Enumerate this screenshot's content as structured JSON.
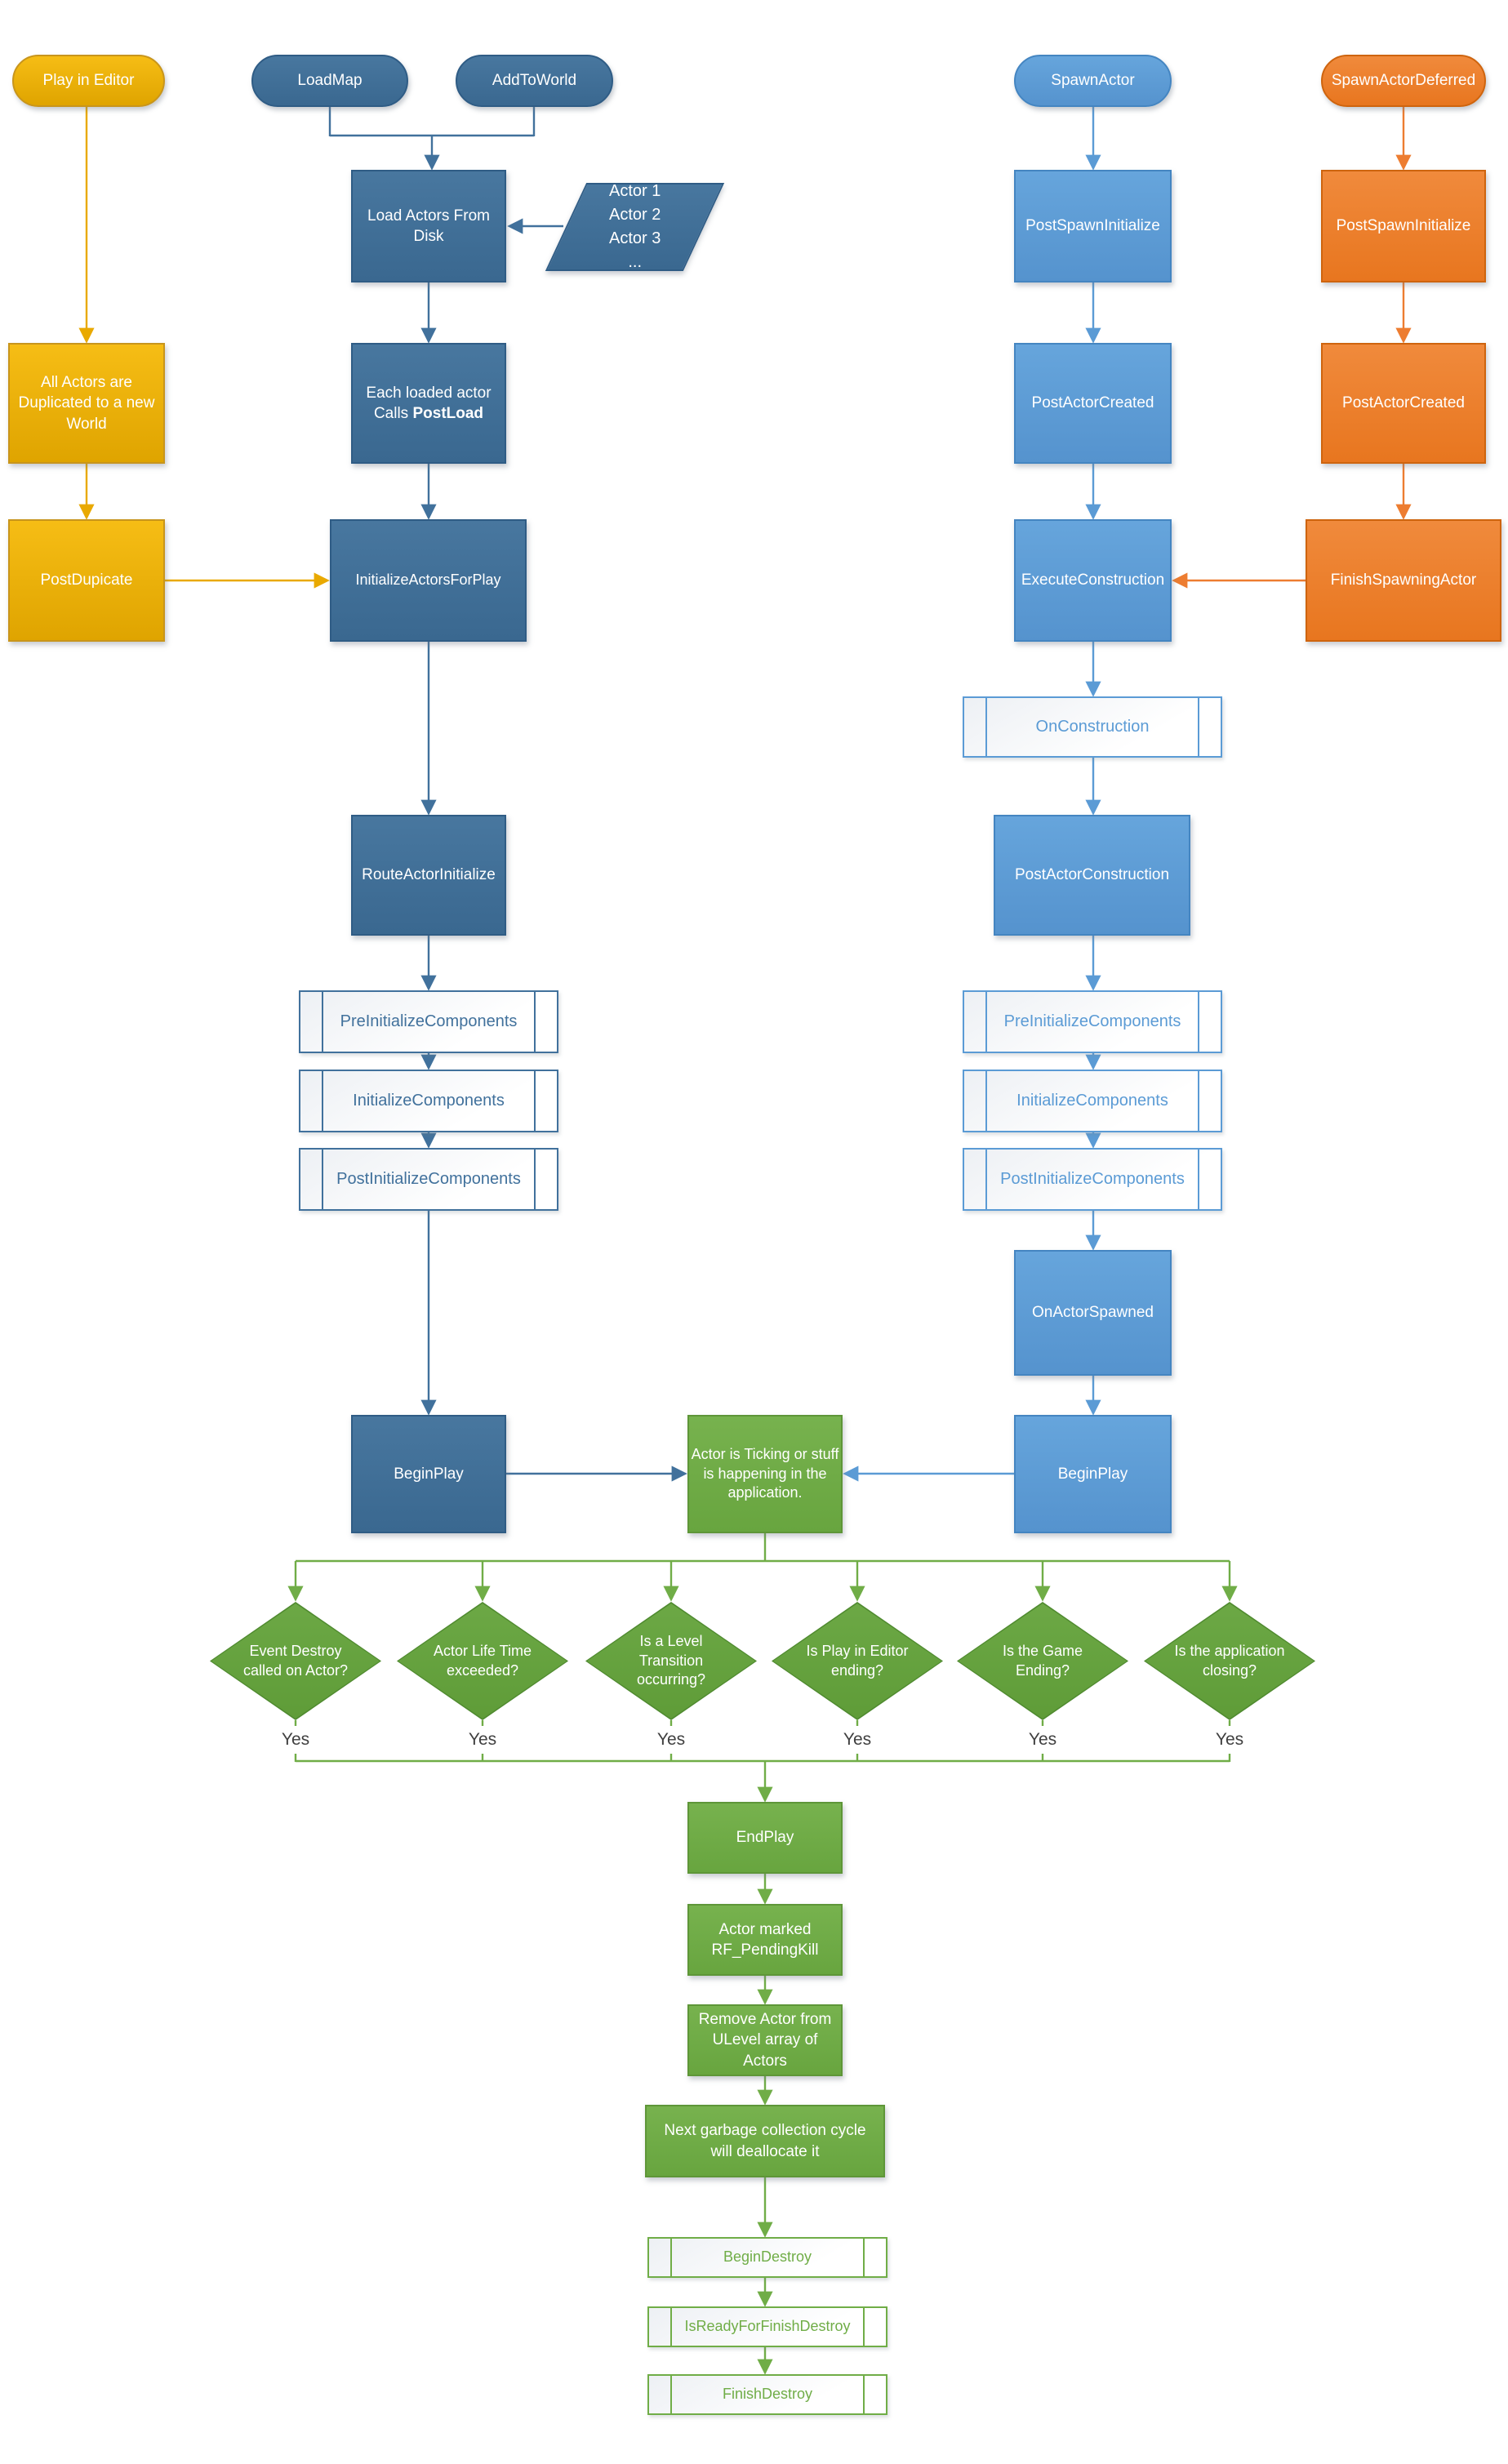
{
  "editor": {
    "play_in_editor": "Play in Editor",
    "all_actors_duplicated": "All Actors are Duplicated to a new World",
    "post_duplicate": "PostDupicate"
  },
  "map_load": {
    "load_map": "LoadMap",
    "add_to_world": "AddToWorld",
    "load_actors_from_disk": "Load Actors From Disk",
    "actor_list": [
      "Actor 1",
      "Actor 2",
      "Actor 3",
      "..."
    ],
    "each_loaded_actor": {
      "line1": "Each loaded actor",
      "line2_prefix": "Calls ",
      "line2_bold": "PostLoad"
    },
    "initialize_actors_for_play": "InitializeActorsForPlay",
    "route_actor_initialize": "RouteActorInitialize",
    "pre_initialize_components": "PreInitializeComponents",
    "initialize_components": "InitializeComponents",
    "post_initialize_components": "PostInitializeComponents",
    "begin_play": "BeginPlay"
  },
  "spawn": {
    "spawn_actor": "SpawnActor",
    "post_spawn_initialize": "PostSpawnInitialize",
    "post_actor_created": "PostActorCreated",
    "execute_construction": "ExecuteConstruction",
    "on_construction": "OnConstruction",
    "post_actor_construction": "PostActorConstruction",
    "pre_initialize_components": "PreInitializeComponents",
    "initialize_components": "InitializeComponents",
    "post_initialize_components": "PostInitializeComponents",
    "on_actor_spawned": "OnActorSpawned",
    "begin_play": "BeginPlay"
  },
  "spawn_deferred": {
    "spawn_actor_deferred": "SpawnActorDeferred",
    "post_spawn_initialize": "PostSpawnInitialize",
    "post_actor_created": "PostActorCreated",
    "finish_spawning_actor": "FinishSpawningActor"
  },
  "gameplay": {
    "ticking": "Actor is Ticking or stuff is happening in the application.",
    "decisions": [
      {
        "question": "Event Destroy called on Actor?",
        "yes": "Yes"
      },
      {
        "question": "Actor Life Time exceeded?",
        "yes": "Yes"
      },
      {
        "question": "Is a Level Transition occurring?",
        "yes": "Yes"
      },
      {
        "question": "Is Play in Editor ending?",
        "yes": "Yes"
      },
      {
        "question": "Is the Game Ending?",
        "yes": "Yes"
      },
      {
        "question": "Is the application closing?",
        "yes": "Yes"
      }
    ],
    "end_play": "EndPlay",
    "actor_marked_pending_kill": "Actor marked RF_PendingKill",
    "remove_actor": "Remove Actor from ULevel array of Actors",
    "garbage_collection": "Next garbage collection cycle will deallocate it",
    "begin_destroy": "BeginDestroy",
    "is_ready_for_finish_destroy": "IsReadyForFinishDestroy",
    "finish_destroy": "FinishDestroy"
  },
  "colors": {
    "gold": "#E9A900",
    "dark_blue": "#41719C",
    "light_blue": "#5B9BD5",
    "orange": "#ED7D31",
    "green": "#70AD47"
  }
}
